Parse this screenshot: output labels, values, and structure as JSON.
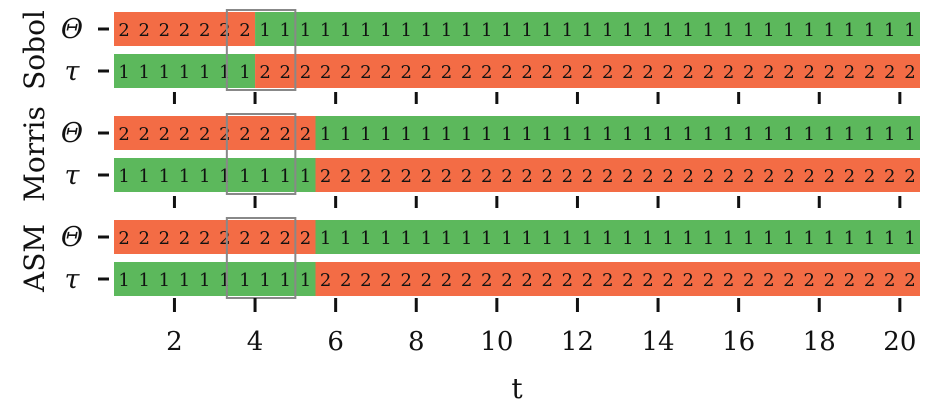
{
  "chart_data": {
    "type": "heatmap",
    "xlabel": "t",
    "x_ticks": [
      2,
      4,
      6,
      8,
      10,
      12,
      14,
      16,
      18,
      20
    ],
    "time_steps": [
      1,
      2,
      3,
      4,
      5,
      6,
      7,
      8,
      9,
      10,
      11,
      12,
      13,
      14,
      15,
      16,
      17,
      18,
      19,
      20
    ],
    "xlim": [
      0.5,
      20.5
    ],
    "cells_per_row": 40,
    "colors": {
      "1": "#5cb85c",
      "2": "#f36c45"
    },
    "highlight_window": {
      "x": [
        3.3,
        5.0
      ],
      "color": "#888888"
    },
    "groups": [
      {
        "method": "Sobol",
        "rows": [
          {
            "param": "Θ",
            "switch_cell": 7,
            "before": "2",
            "after": "1"
          },
          {
            "param": "τ",
            "switch_cell": 7,
            "before": "1",
            "after": "2"
          }
        ]
      },
      {
        "method": "Morris",
        "rows": [
          {
            "param": "Θ",
            "switch_cell": 10,
            "before": "2",
            "after": "1"
          },
          {
            "param": "τ",
            "switch_cell": 10,
            "before": "1",
            "after": "2"
          }
        ]
      },
      {
        "method": "ASM",
        "rows": [
          {
            "param": "Θ",
            "switch_cell": 10,
            "before": "2",
            "after": "1"
          },
          {
            "param": "τ",
            "switch_cell": 10,
            "before": "1",
            "after": "2"
          }
        ]
      }
    ]
  }
}
